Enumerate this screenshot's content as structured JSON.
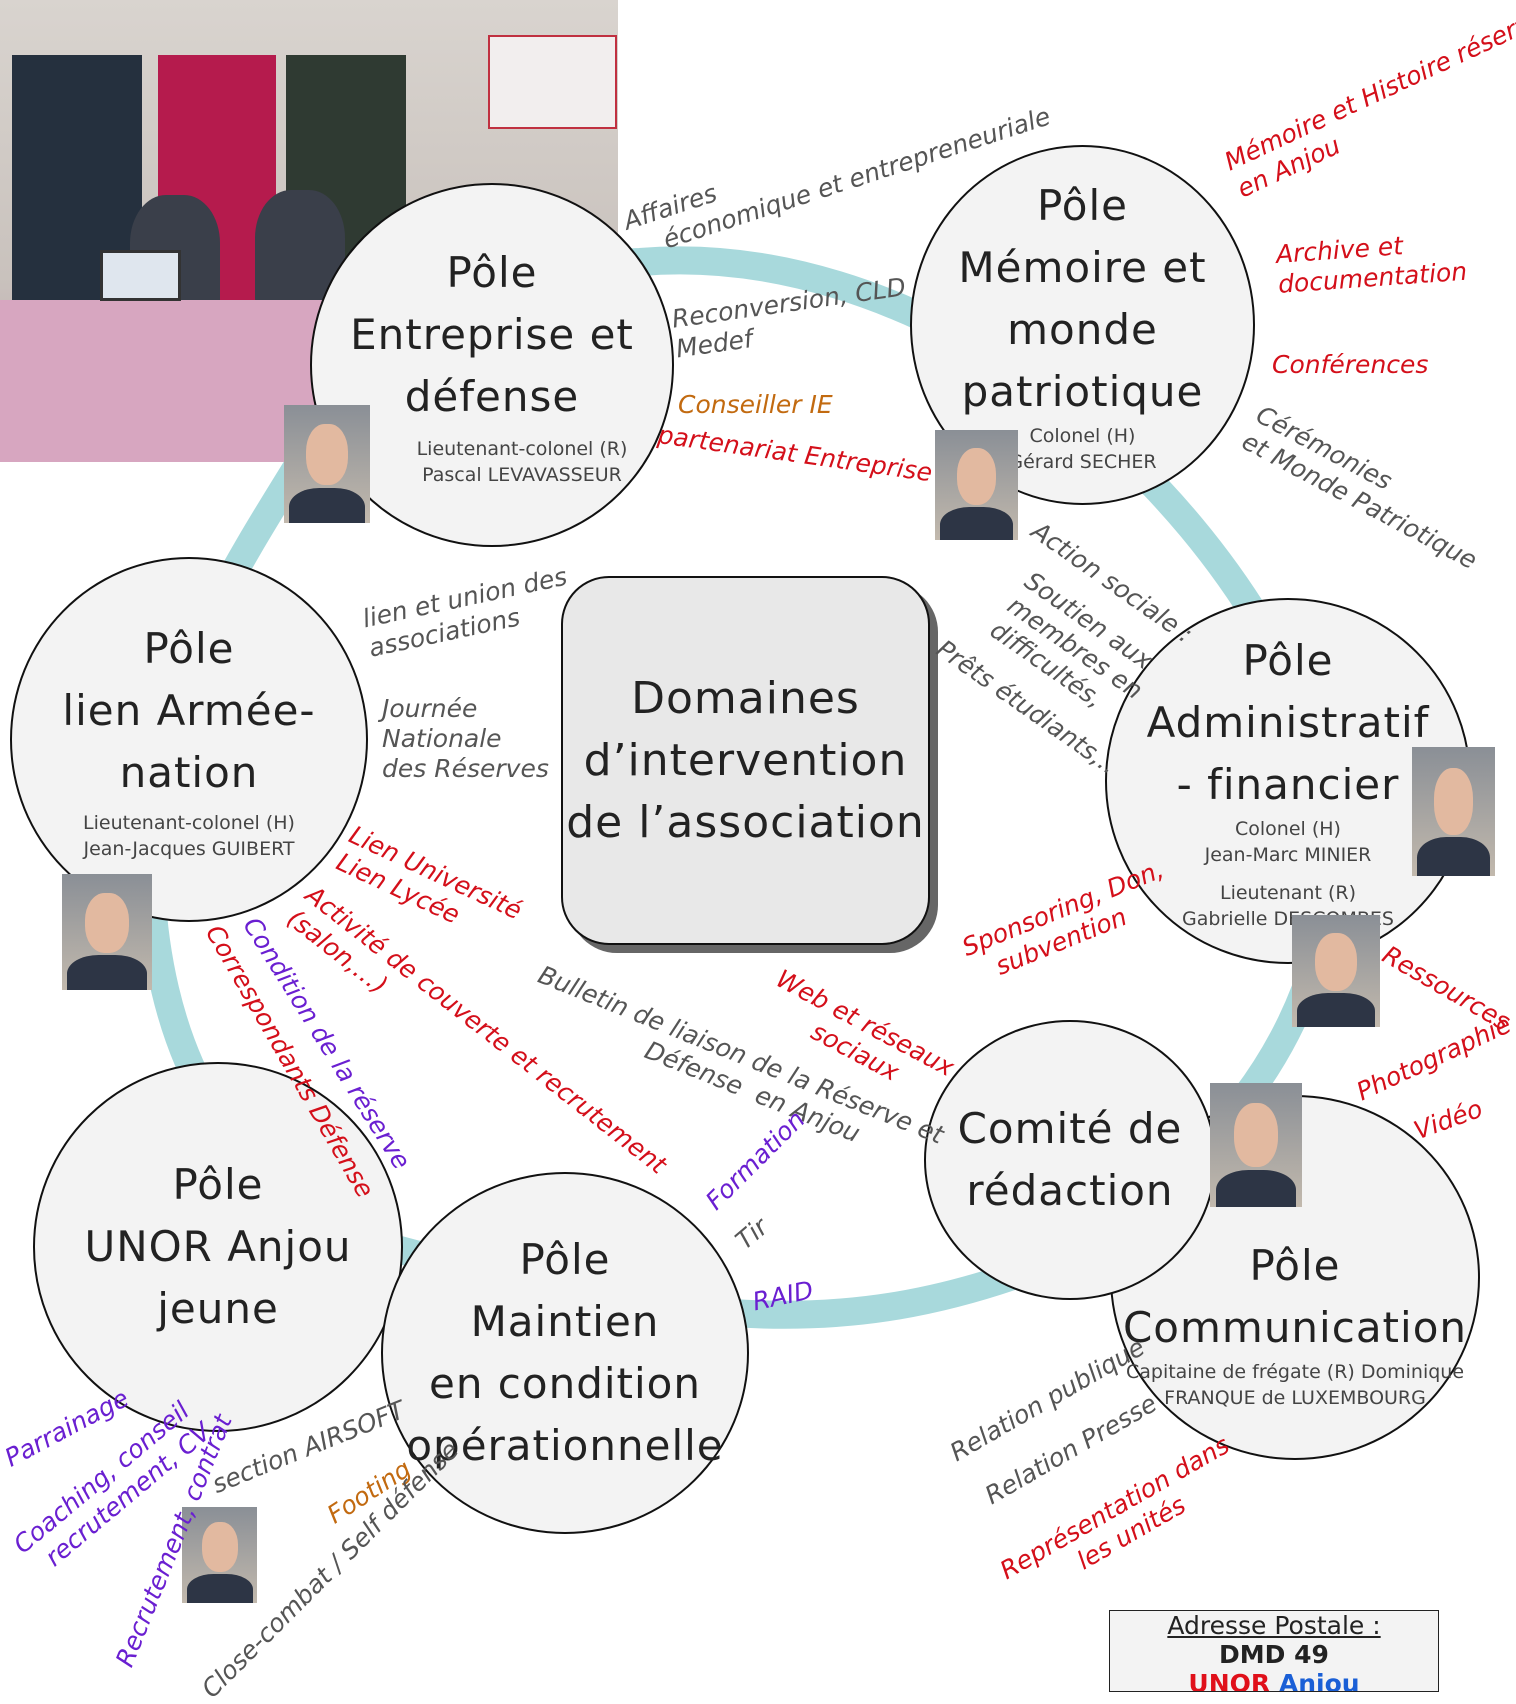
{
  "center_title": "Domaines\nd’intervention\nde l’association",
  "colors": {
    "ring": "#a8d9dc",
    "gray": "#555555",
    "red": "#d40f1a",
    "orange": "#c26a10",
    "purple": "#6a1fd1"
  },
  "poles": {
    "entreprise": {
      "title": "Pôle\nEntreprise et\ndéfense",
      "sub": "Lieutenant-colonel (R)\nPascal LEVAVASSEUR"
    },
    "memoire": {
      "title": "Pôle\nMémoire et\nmonde\npatriotique",
      "sub": "Colonel (H)\nGérard SECHER"
    },
    "lien": {
      "title": "Pôle\nlien Armée-\nnation",
      "sub": "Lieutenant-colonel (H)\nJean-Jacques GUIBERT"
    },
    "admin": {
      "title": "Pôle\nAdministratif\n- financier",
      "sub": "Colonel (H)\nJean-Marc MINIER",
      "sub2": "Lieutenant (R)\nGabrielle DESCOMBES"
    },
    "comite": {
      "title": "Comité de\nrédaction"
    },
    "communication": {
      "title": "Pôle\nCommunication",
      "sub": "Capitaine de frégate (R) Dominique\nFRANQUE de LUXEMBOURG"
    },
    "jeune": {
      "title": "Pôle\nUNOR Anjou\njeune"
    },
    "maintien": {
      "title": "Pôle\nMaintien\nen condition\nopérationnelle"
    }
  },
  "labels": {
    "affaires": "Affaires\n    économique et entrepreneuriale",
    "reconversion": "Reconversion, CLD\nMedef",
    "conseiller": "Conseiller IE",
    "partenariat": "partenariat Entreprise",
    "memoire_histoire": "Mémoire et Histoire réserve\nen Anjou",
    "archive": "Archive et\ndocumentation",
    "conferences": "Conférences",
    "ceremonies": "Cérémonies\net Monde Patriotique",
    "action_sociale": "Action sociale :",
    "soutien": "Soutien aux\nmembres en\ndifficultés,",
    "prets": "Prêts étudiants,..",
    "lien_union": "lien et union des\nassociations",
    "journee": "Journée\nNationale\ndes Réserves",
    "lien_univ": "Lien Université\nLien Lycée",
    "activite": "Activité de couverte et recrutement\n(salon,…)",
    "condition": "Condition de la réserve",
    "correspondants": "Correspondants Défense",
    "bulletin": "Bulletin de liaison de la Réserve et\n                Défense  en Anjou",
    "web": "Web et réseaux\n       sociaux",
    "sponsoring": "Sponsoring, Don,\n   subvention",
    "ressources": "Ressources",
    "photographie": "Photographie",
    "video": "Vidéo",
    "formation": "Formation",
    "tir": "Tir",
    "raid": "RAID",
    "relation_publique": "Relation publique",
    "relation_presse": "Relation Presse",
    "representation": "Représentation dans\n         les unités",
    "parrainage": "Parrainage",
    "coaching": "Coaching, conseil\n  recrutement, CV",
    "recrutement": "Recrutement, contrat",
    "airsoft": "section AIRSOFT",
    "footing": "Footing",
    "close_combat": "Close-combat / Self défense"
  },
  "address": {
    "heading": "Adresse Postale :",
    "line1": "DMD 49",
    "brand_red": "UNOR",
    "brand_blue": " Anjou"
  }
}
